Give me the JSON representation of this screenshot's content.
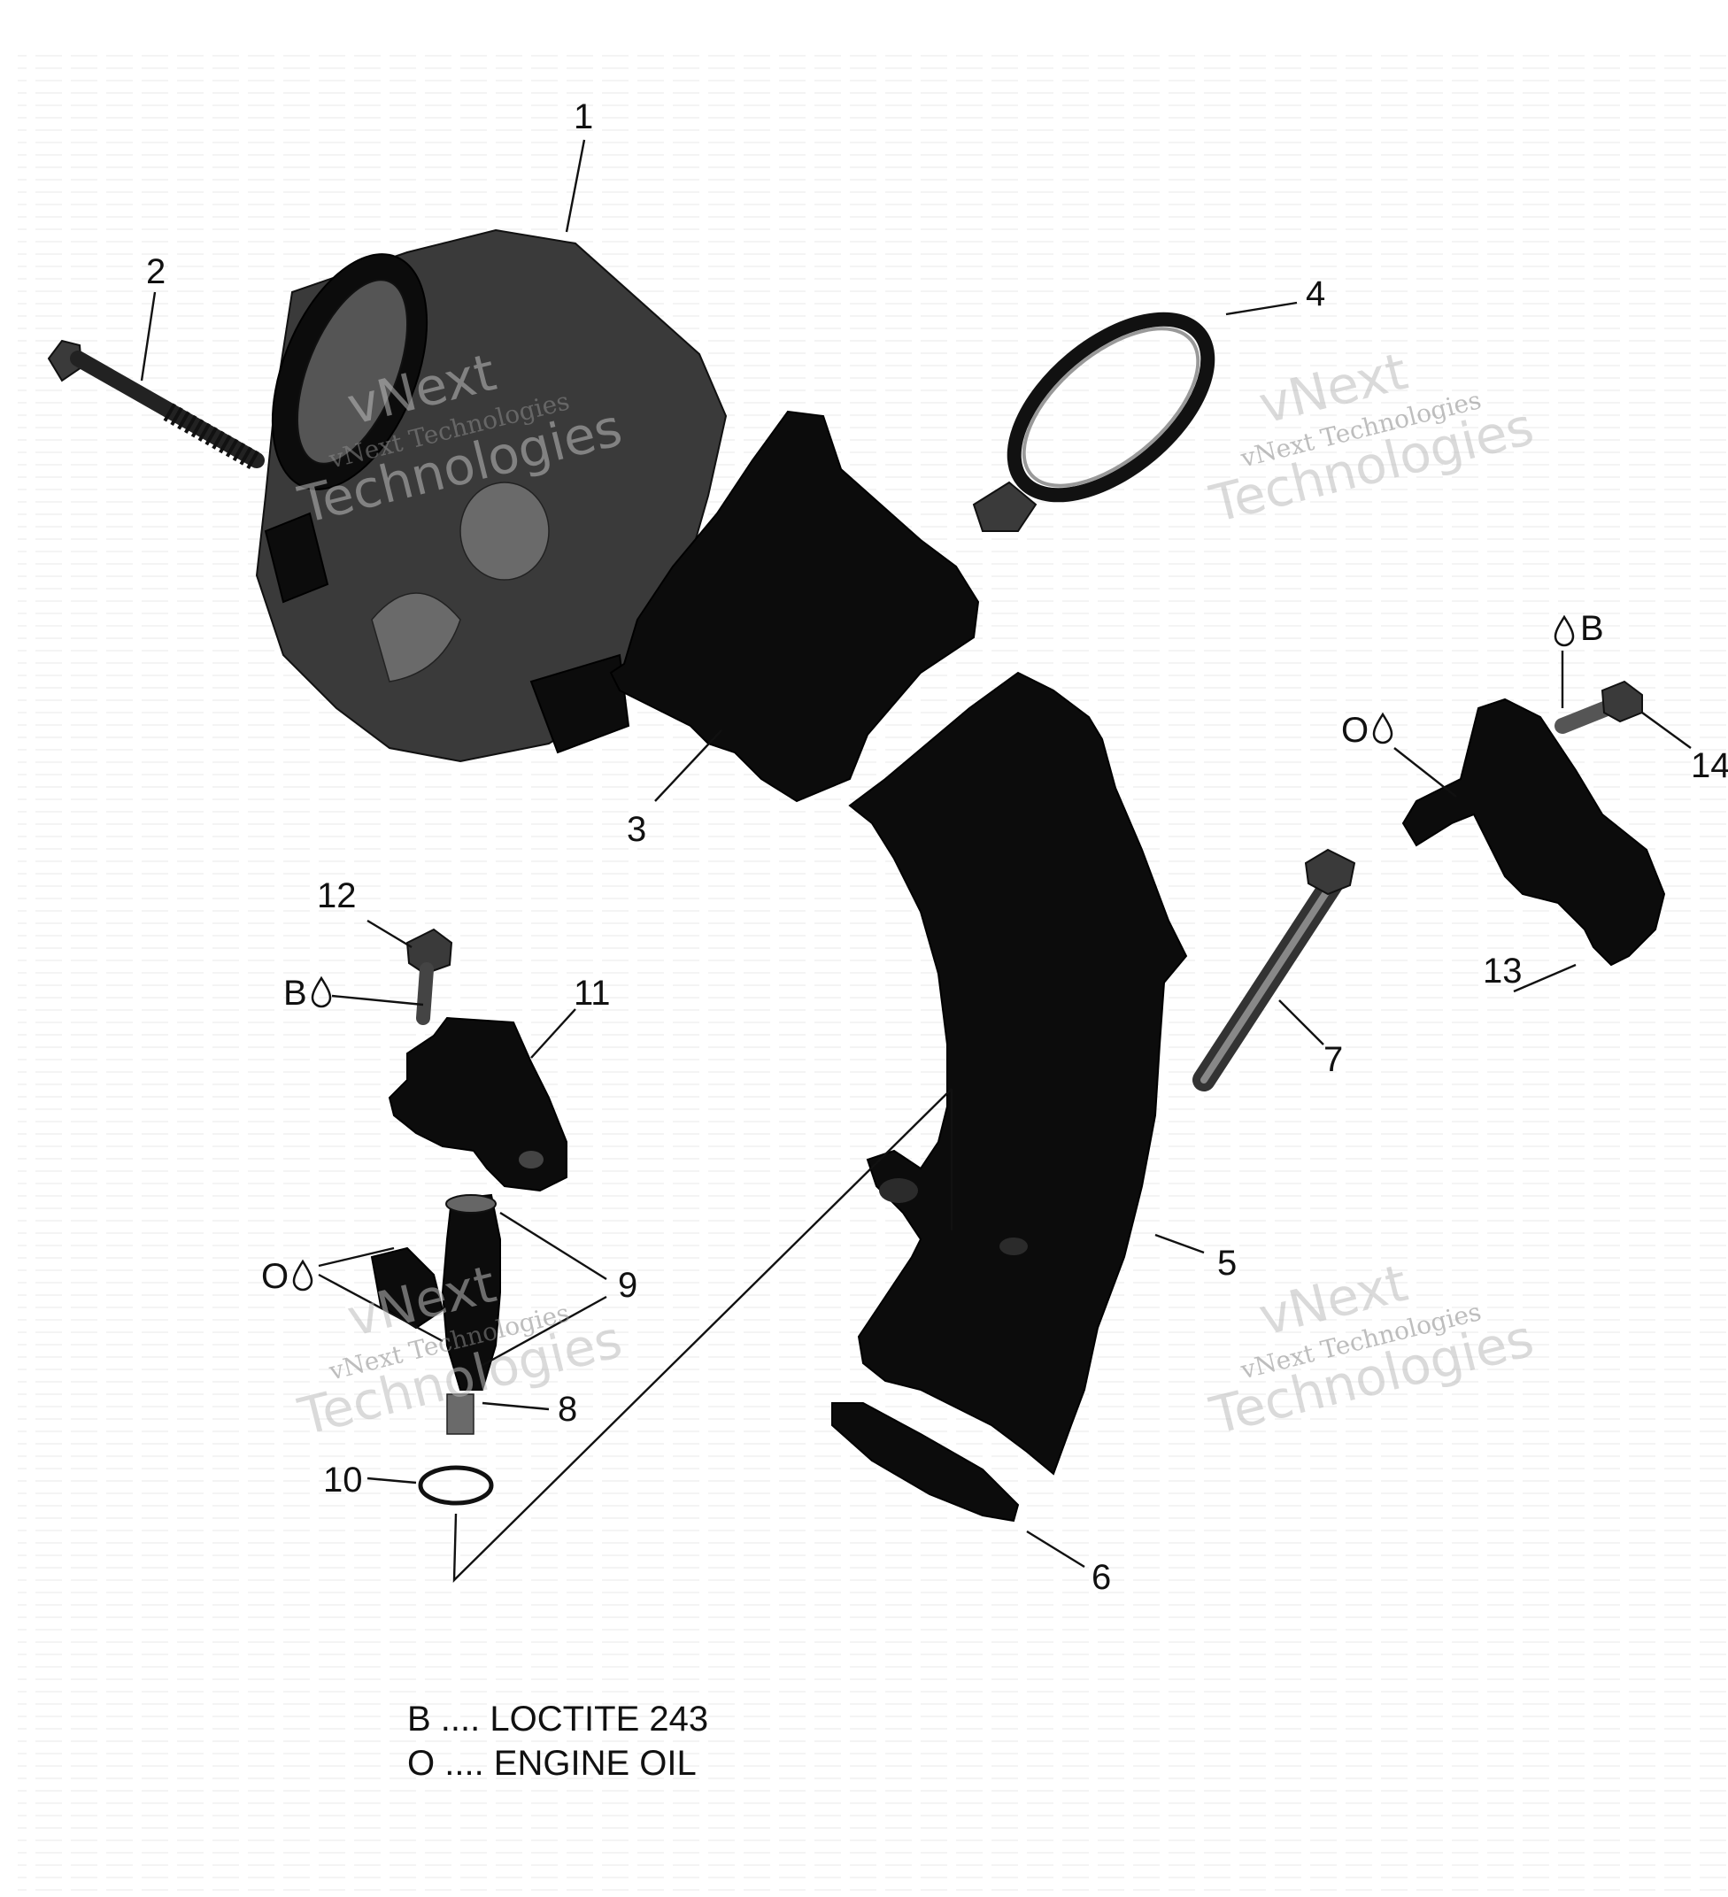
{
  "callouts": [
    {
      "id": "1",
      "label": "1"
    },
    {
      "id": "2",
      "label": "2"
    },
    {
      "id": "3",
      "label": "3"
    },
    {
      "id": "4",
      "label": "4"
    },
    {
      "id": "5",
      "label": "5"
    },
    {
      "id": "6",
      "label": "6"
    },
    {
      "id": "7",
      "label": "7"
    },
    {
      "id": "8",
      "label": "8"
    },
    {
      "id": "9",
      "label": "9"
    },
    {
      "id": "10",
      "label": "10"
    },
    {
      "id": "11",
      "label": "11"
    },
    {
      "id": "12",
      "label": "12"
    },
    {
      "id": "13",
      "label": "13"
    },
    {
      "id": "14",
      "label": "14"
    }
  ],
  "markers": {
    "b_top": "B",
    "o_right": "O",
    "b_left": "B",
    "o_left": "O"
  },
  "legend": {
    "line1": "B .... LOCTITE 243",
    "line2": "O .... ENGINE OIL"
  },
  "watermark": {
    "small": "vNext Technologies",
    "big_line1": "vNext",
    "big_line2": "Technologies"
  },
  "colors": {
    "ink": "#111111",
    "part": "#0c0c0c",
    "watermark": "#bdbdbd"
  }
}
